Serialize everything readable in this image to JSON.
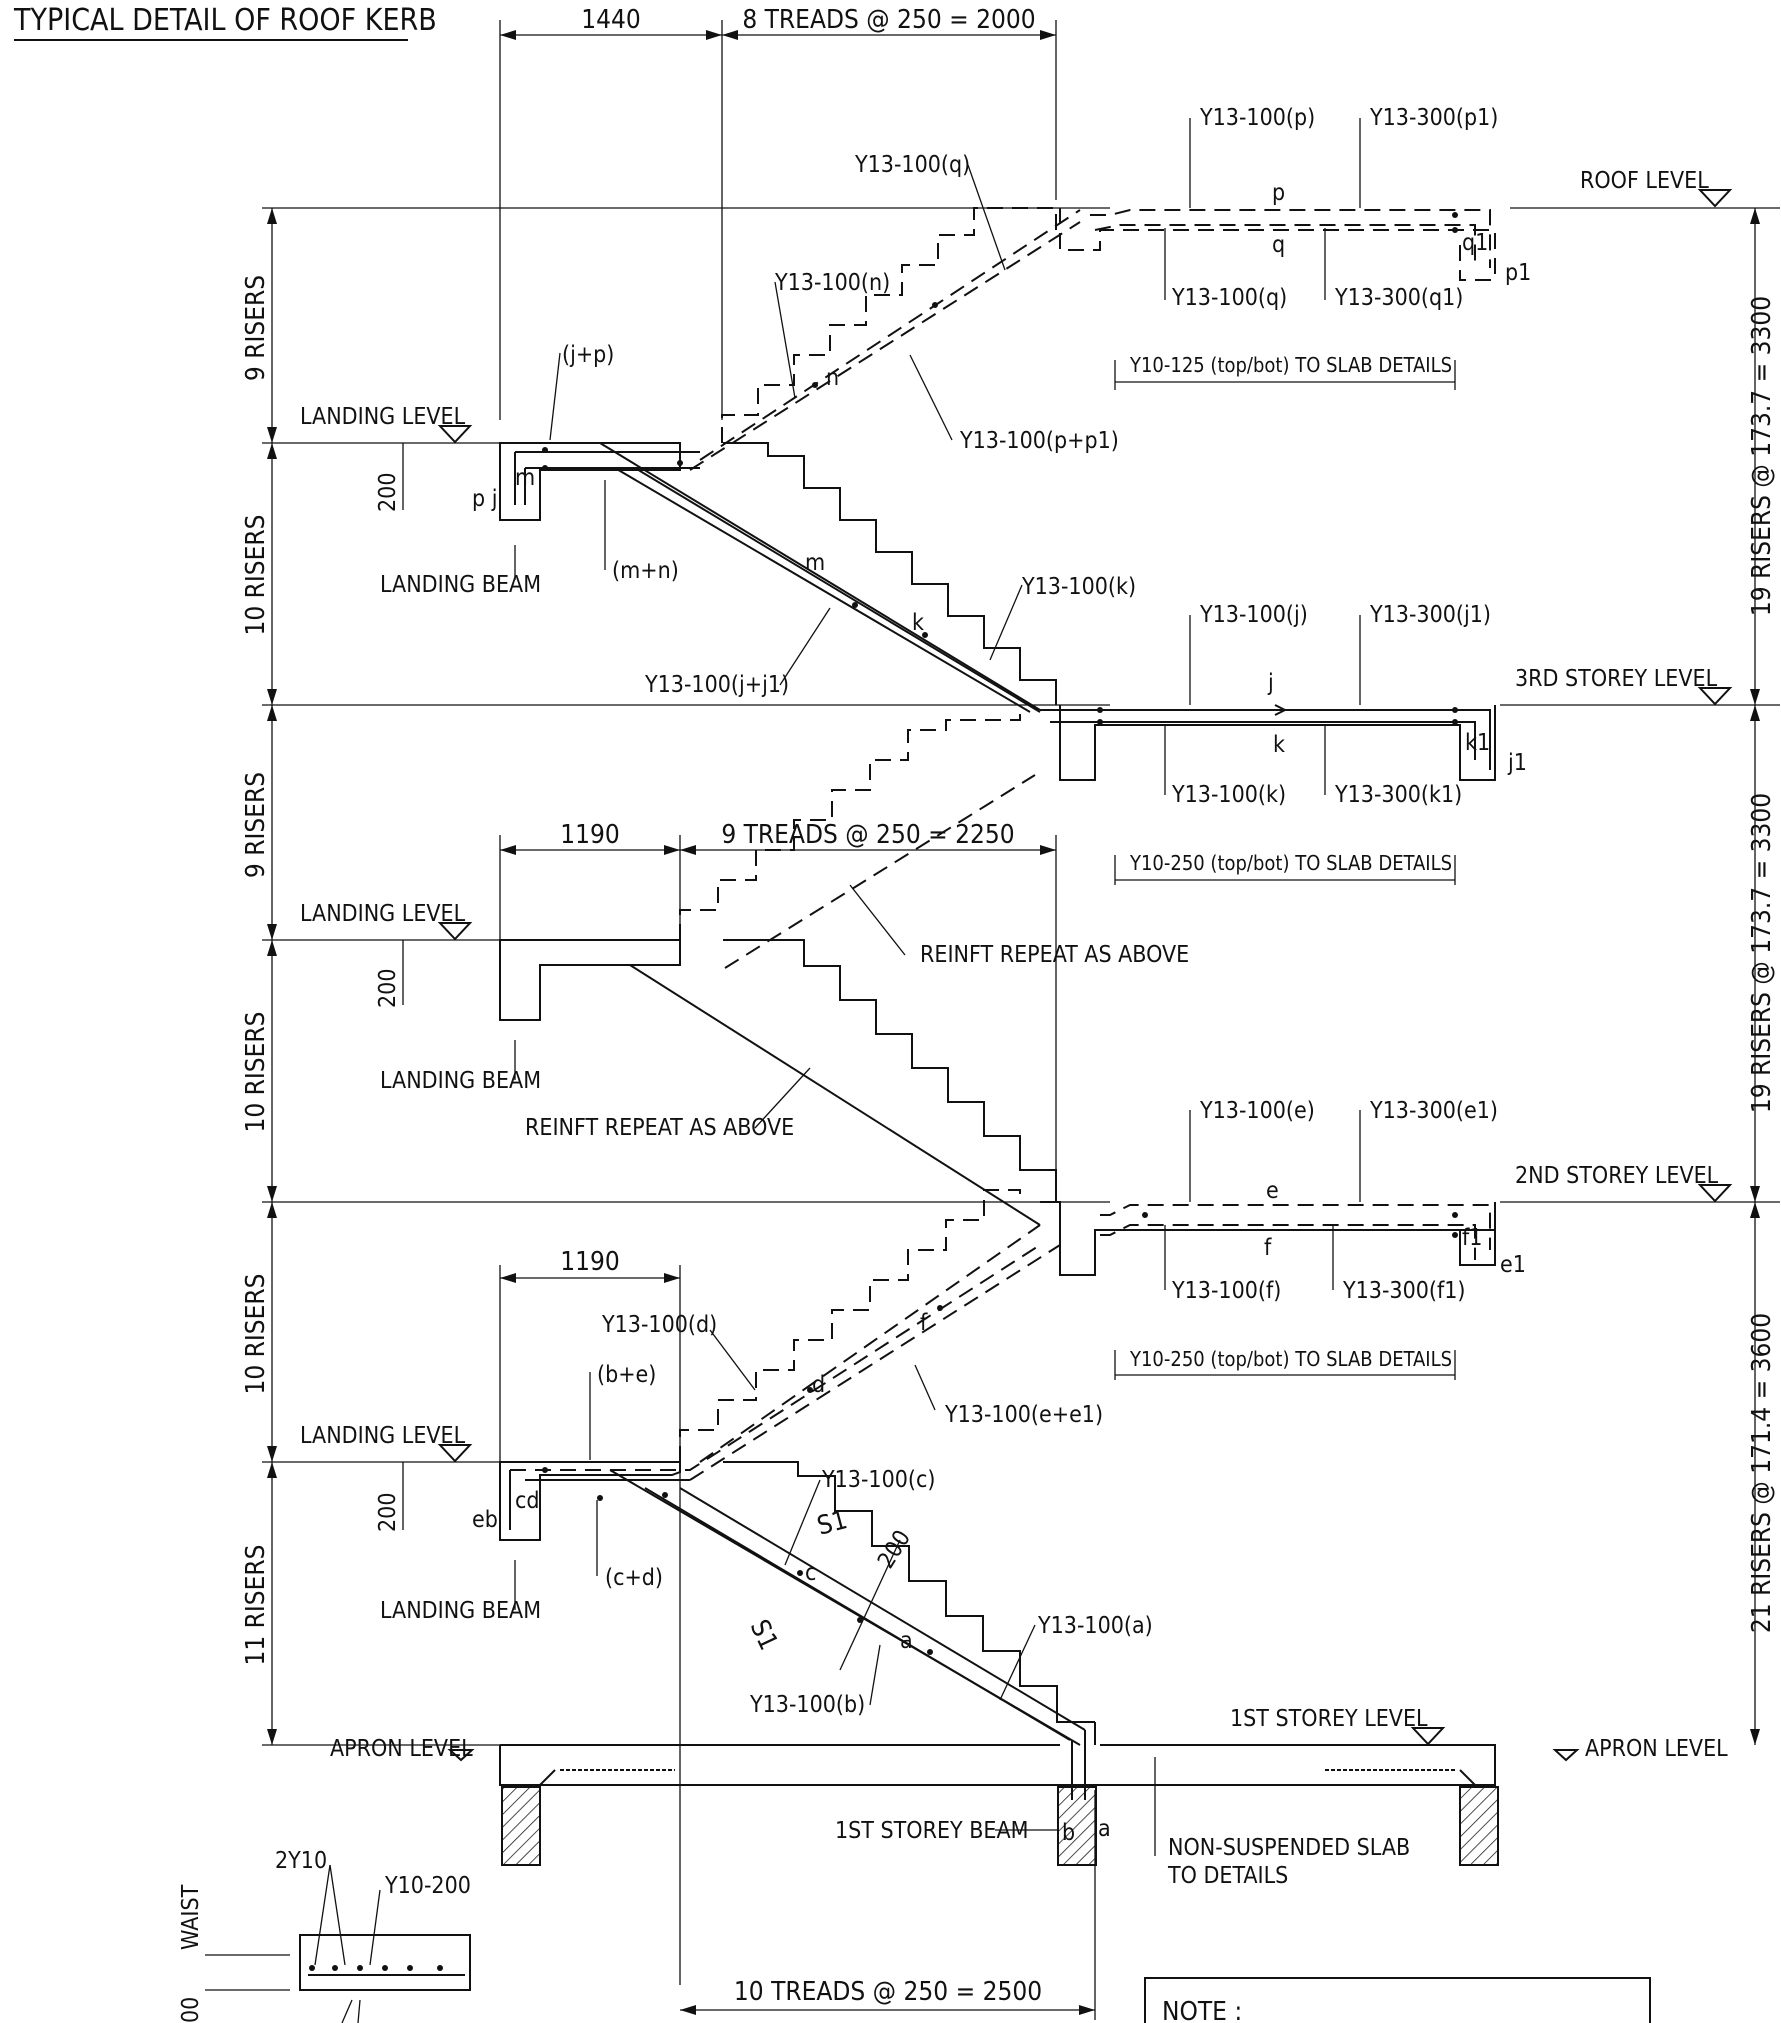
{
  "title": "TYPICAL DETAIL OF ROOF KERB",
  "dimensions": {
    "top_landing": "1440",
    "top_treads": "8 TREADS @ 250 = 2000",
    "mid_landing": "1190",
    "mid_treads": "9 TREADS @ 250 = 2250",
    "low_landing": "1190",
    "bottom_treads": "10 TREADS @ 250 = 2500",
    "beam_depth": "200",
    "section_depth": "200",
    "waist_left": "00",
    "waist_label": "WAIST"
  },
  "risers_left": [
    "9 RISERS",
    "10 RISERS",
    "9 RISERS",
    "10 RISERS",
    "10 RISERS",
    "11 RISERS"
  ],
  "risers_right": [
    "19 RISERS @ 173.7 = 3300",
    "19 RISERS @ 173.7 = 3300",
    "21 RISERS @ 171.4 = 3600"
  ],
  "levels": {
    "roof": "ROOF LEVEL",
    "third": "3RD STOREY LEVEL",
    "second": "2ND STOREY LEVEL",
    "first": "1ST STOREY LEVEL",
    "landing": "LANDING LEVEL",
    "apron": "APRON LEVEL"
  },
  "labels": {
    "landing_beam": "LANDING BEAM",
    "first_storey_beam": "1ST STOREY BEAM",
    "reinft_repeat": "REINFT REPEAT AS ABOVE",
    "non_suspended_1": "NON-SUSPENDED SLAB",
    "non_suspended_2": "TO DETAILS",
    "section_mark": "S1",
    "note": "NOTE :"
  },
  "rebar": {
    "p": "Y13-100(p)",
    "p1": "Y13-300(p1)",
    "q_upper": "Y13-100(q)",
    "q_lower": "Y13-100(q)",
    "q1": "Y13-300(q1)",
    "n": "Y13-100(n)",
    "jp": "(j+p)",
    "pp1": "Y13-100(p+p1)",
    "mn": "(m+n)",
    "slab_top": "Y10-125 (top/bot) TO SLAB DETAILS",
    "k_upper": "Y13-100(k)",
    "jj1": "Y13-100(j+j1)",
    "j": "Y13-100(j)",
    "j1": "Y13-300(j1)",
    "k_lower": "Y13-100(k)",
    "k1": "Y13-300(k1)",
    "slab_mid": "Y10-250 (top/bot) TO SLAB DETAILS",
    "e": "Y13-100(e)",
    "e1": "Y13-300(e1)",
    "f": "Y13-100(f)",
    "f1": "Y13-300(f1)",
    "slab_low": "Y10-250 (top/bot) TO SLAB DETAILS",
    "d": "Y13-100(d)",
    "be": "(b+e)",
    "ee1": "Y13-100(e+e1)",
    "c": "Y13-100(c)",
    "cd": "(c+d)",
    "a": "Y13-100(a)",
    "b": "Y13-100(b)",
    "section_2y10": "2Y10",
    "section_y10": "Y10-200"
  },
  "bar_marks": {
    "p": "p",
    "q": "q",
    "q1": "q1",
    "p1": "p1",
    "n": "n",
    "pj": "p j",
    "m": "m",
    "m2": "m",
    "k": "k",
    "j": "j",
    "k2": "k",
    "k1": "k1",
    "j1": "j1",
    "e": "e",
    "f": "f",
    "f1": "f1",
    "e1": "e1",
    "f2": "f",
    "d": "d",
    "eb": "eb",
    "cd": "cd",
    "c": "c",
    "a": "a",
    "b": "b",
    "a2": "a"
  }
}
